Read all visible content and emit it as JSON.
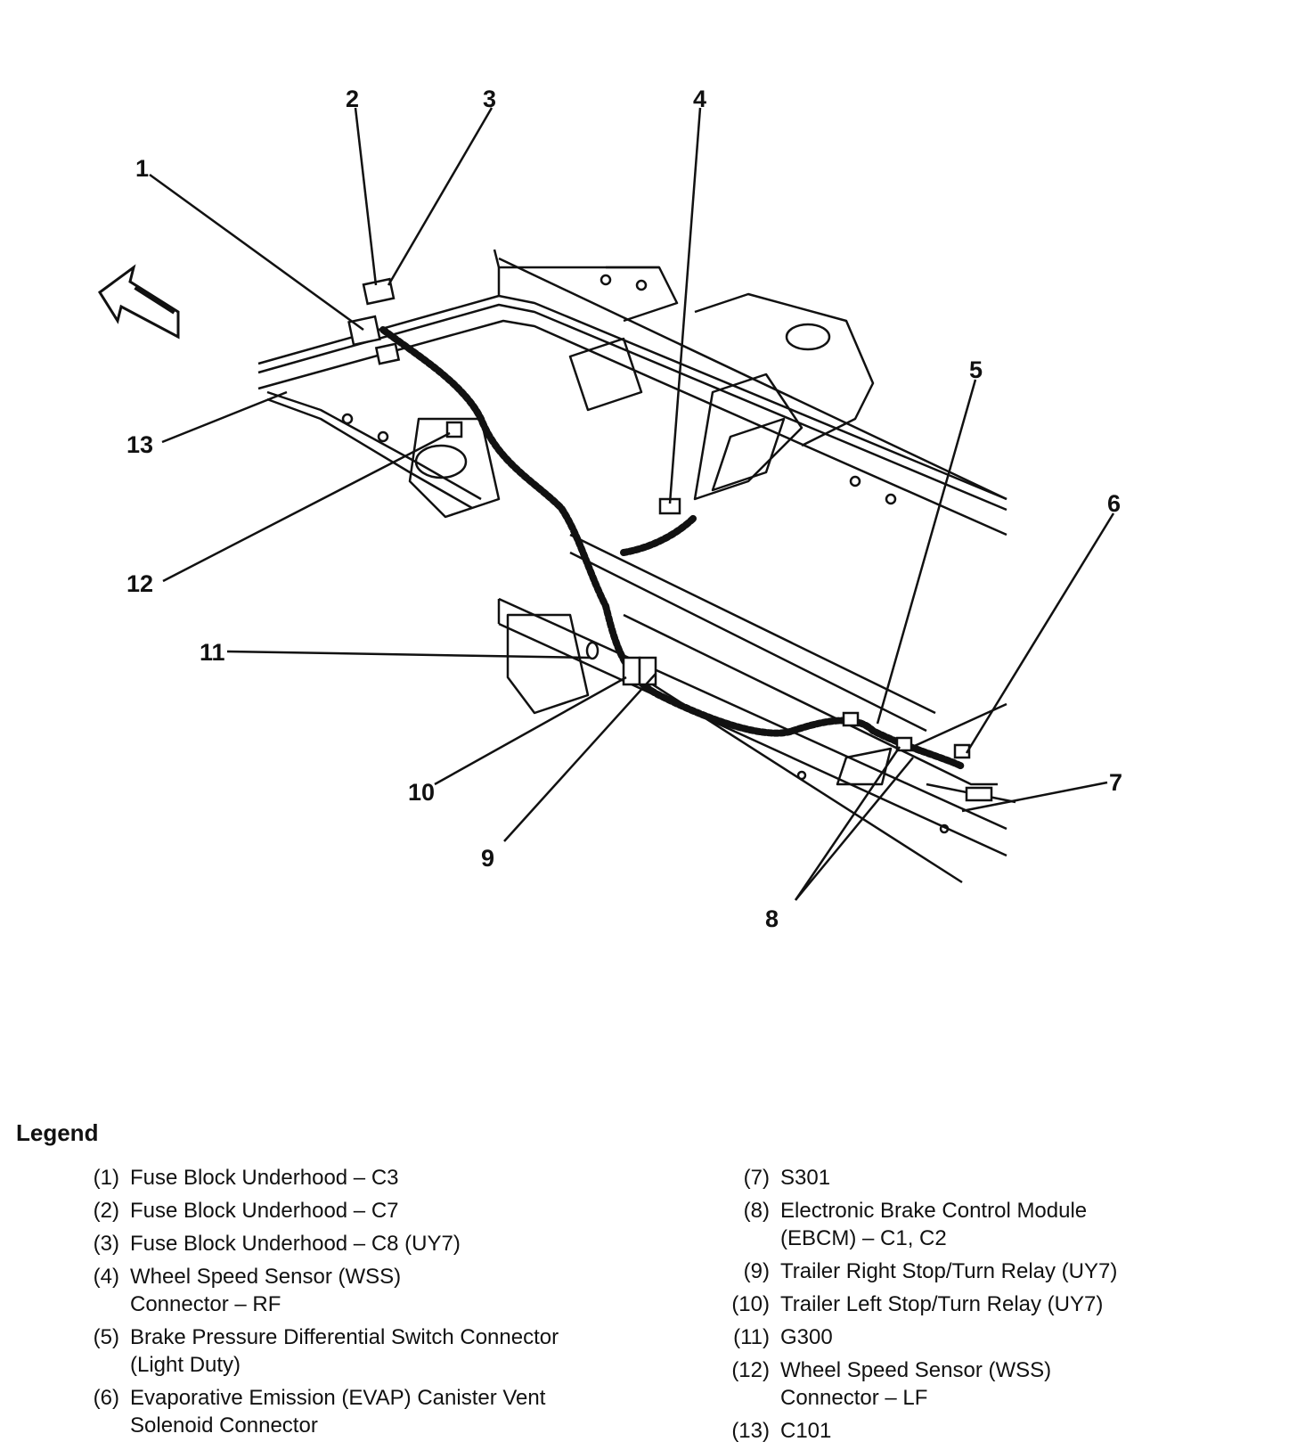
{
  "callouts": [
    "1",
    "2",
    "3",
    "4",
    "5",
    "6",
    "7",
    "8",
    "9",
    "10",
    "11",
    "12",
    "13"
  ],
  "legend": {
    "title": "Legend",
    "left": [
      {
        "num": "(1)",
        "text": "Fuse Block Underhood – C3"
      },
      {
        "num": "(2)",
        "text": "Fuse Block Underhood – C7"
      },
      {
        "num": "(3)",
        "text": "Fuse Block Underhood – C8 (UY7)"
      },
      {
        "num": "(4)",
        "text": "Wheel Speed Sensor (WSS)\nConnector – RF"
      },
      {
        "num": "(5)",
        "text": "Brake Pressure Differential Switch Connector\n(Light Duty)"
      },
      {
        "num": "(6)",
        "text": "Evaporative Emission (EVAP) Canister Vent\nSolenoid Connector"
      }
    ],
    "right": [
      {
        "num": "(7)",
        "text": "S301"
      },
      {
        "num": "(8)",
        "text": "Electronic Brake Control Module\n (EBCM) – C1, C2"
      },
      {
        "num": "(9)",
        "text": "Trailer Right Stop/Turn Relay (UY7)"
      },
      {
        "num": "(10)",
        "text": "Trailer Left Stop/Turn Relay (UY7)"
      },
      {
        "num": "(11)",
        "text": "G300"
      },
      {
        "num": "(12)",
        "text": "Wheel Speed Sensor (WSS)\nConnector – LF"
      },
      {
        "num": "(13)",
        "text": "C101"
      }
    ]
  }
}
